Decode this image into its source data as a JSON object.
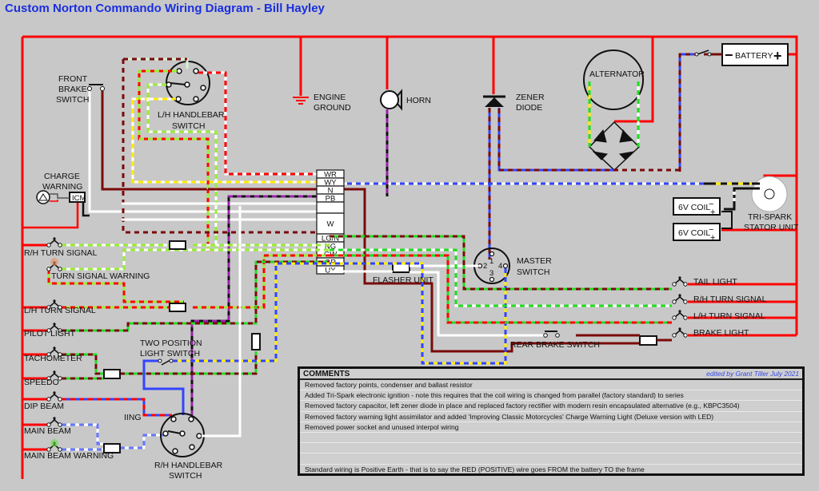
{
  "title": "Custom Norton Commando Wiring Diagram - Bill Hayley",
  "components": {
    "front_brake_switch": [
      "FRONT",
      "BRAKE",
      "SWITCH"
    ],
    "lh_handlebar_switch": [
      "L/H HANDLEBAR",
      "SWITCH"
    ],
    "rh_handlebar_switch": [
      "R/H HANDLEBAR",
      "SWITCH"
    ],
    "engine_ground": [
      "ENGINE",
      "GROUND"
    ],
    "horn": "HORN",
    "zener_diode": [
      "ZENER",
      "DIODE"
    ],
    "alternator": "ALTERNATOR",
    "battery": "BATTERY",
    "battery_neg": "−",
    "battery_pos": "+",
    "charge_warning": [
      "CHARGE",
      "WARNING"
    ],
    "icm": "ICM",
    "coil_1": "6V COIL",
    "coil_2": "6V COIL",
    "tri_spark": [
      "TRI-SPARK",
      "STATOR UNIT"
    ],
    "master_switch": [
      "MASTER",
      "SWITCH"
    ],
    "master_switch_pins": [
      "1",
      "2",
      "3",
      "4"
    ],
    "flasher_unit": "FLASHER UNIT",
    "rear_brake_switch": "REAR BRAKE SWITCH",
    "two_position_light_switch": [
      "TWO POSITION",
      "LIGHT SWITCH"
    ],
    "partial_label": "IING"
  },
  "connector_block": [
    "WR",
    "WY",
    "N",
    "PB",
    "",
    "W",
    "LG/N",
    "NG",
    "GW",
    "GR",
    "UY"
  ],
  "left_lamps": [
    "R/H TURN SIGNAL",
    "TURN SIGNAL WARNING",
    "L/H TURN SIGNAL",
    "PILOT LIGHT",
    "TACHOMETER",
    "SPEEDO",
    "DIP BEAM",
    "MAIN BEAM",
    "MAIN BEAM WARNING"
  ],
  "right_lamps": [
    "TAIL LIGHT",
    "R/H TURN SIGNAL",
    "L/H TURN SIGNAL",
    "BRAKE LIGHT"
  ],
  "wire_colors": {
    "red": "#ff0000",
    "brown": "#7a0a0a",
    "green": "#22dd22",
    "light_green": "#99ee33",
    "yellow": "#ffee00",
    "blue": "#3344ff",
    "purple": "#9922aa",
    "white": "#ffffff",
    "black": "#111111"
  },
  "comments": {
    "header": "COMMENTS",
    "editor": "edited by Grant Tiller July 2021",
    "rows": [
      "Removed factory points, condenser and ballast resistor",
      "Added Tri-Spark electronic ignition - note this requires that the coil wiring is changed from parallel (factory standard) to series",
      "Removed factory capacitor, left zener diode in place and replaced factory rectifier with modern resin encapsulated alternative (e.g., KBPC3504)",
      "Removed factory warning light assimilator and added 'Improving Classic Motorcycles' Charge Warning Light (Deluxe version with LED)",
      "Removed power socket and unused interpol wiring",
      "",
      "",
      ""
    ],
    "footer": "Standard wiring is Positive Earth - that is to say the RED (POSITIVE) wire goes FROM the battery TO the frame"
  }
}
